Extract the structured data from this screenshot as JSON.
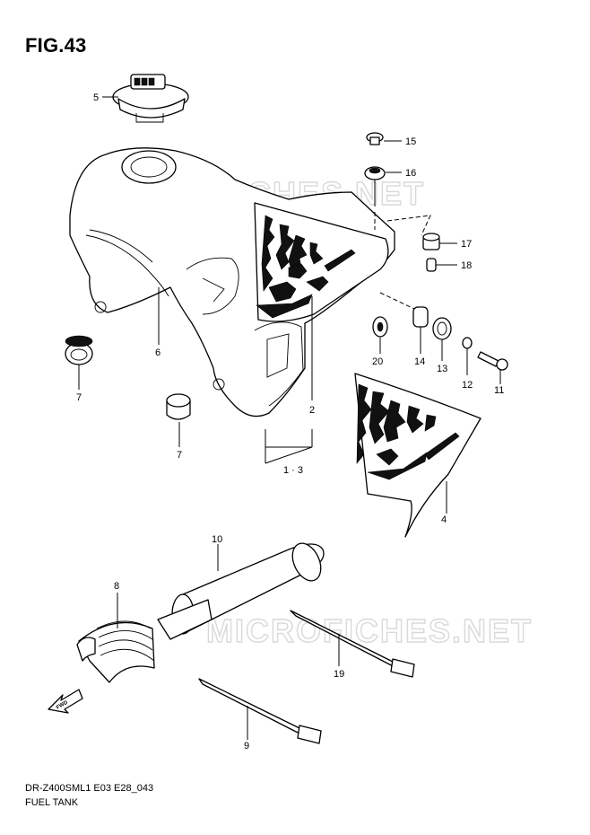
{
  "figure": {
    "title": "FIG.43",
    "footer_code": "DR-Z400SML1 E03 E28_043",
    "footer_name": "FUEL TANK",
    "watermark": "MICROFICHES.NET",
    "fwd_label": "FWD"
  },
  "callouts": {
    "c1": "1 · 3",
    "c2": "2",
    "c4": "4",
    "c5": "5",
    "c6": "6",
    "c7a": "7",
    "c7b": "7",
    "c8": "8",
    "c9": "9",
    "c10": "10",
    "c11": "11",
    "c12": "12",
    "c13": "13",
    "c14": "14",
    "c15": "15",
    "c16": "16",
    "c17": "17",
    "c18": "18",
    "c19": "19",
    "c20": "20"
  }
}
